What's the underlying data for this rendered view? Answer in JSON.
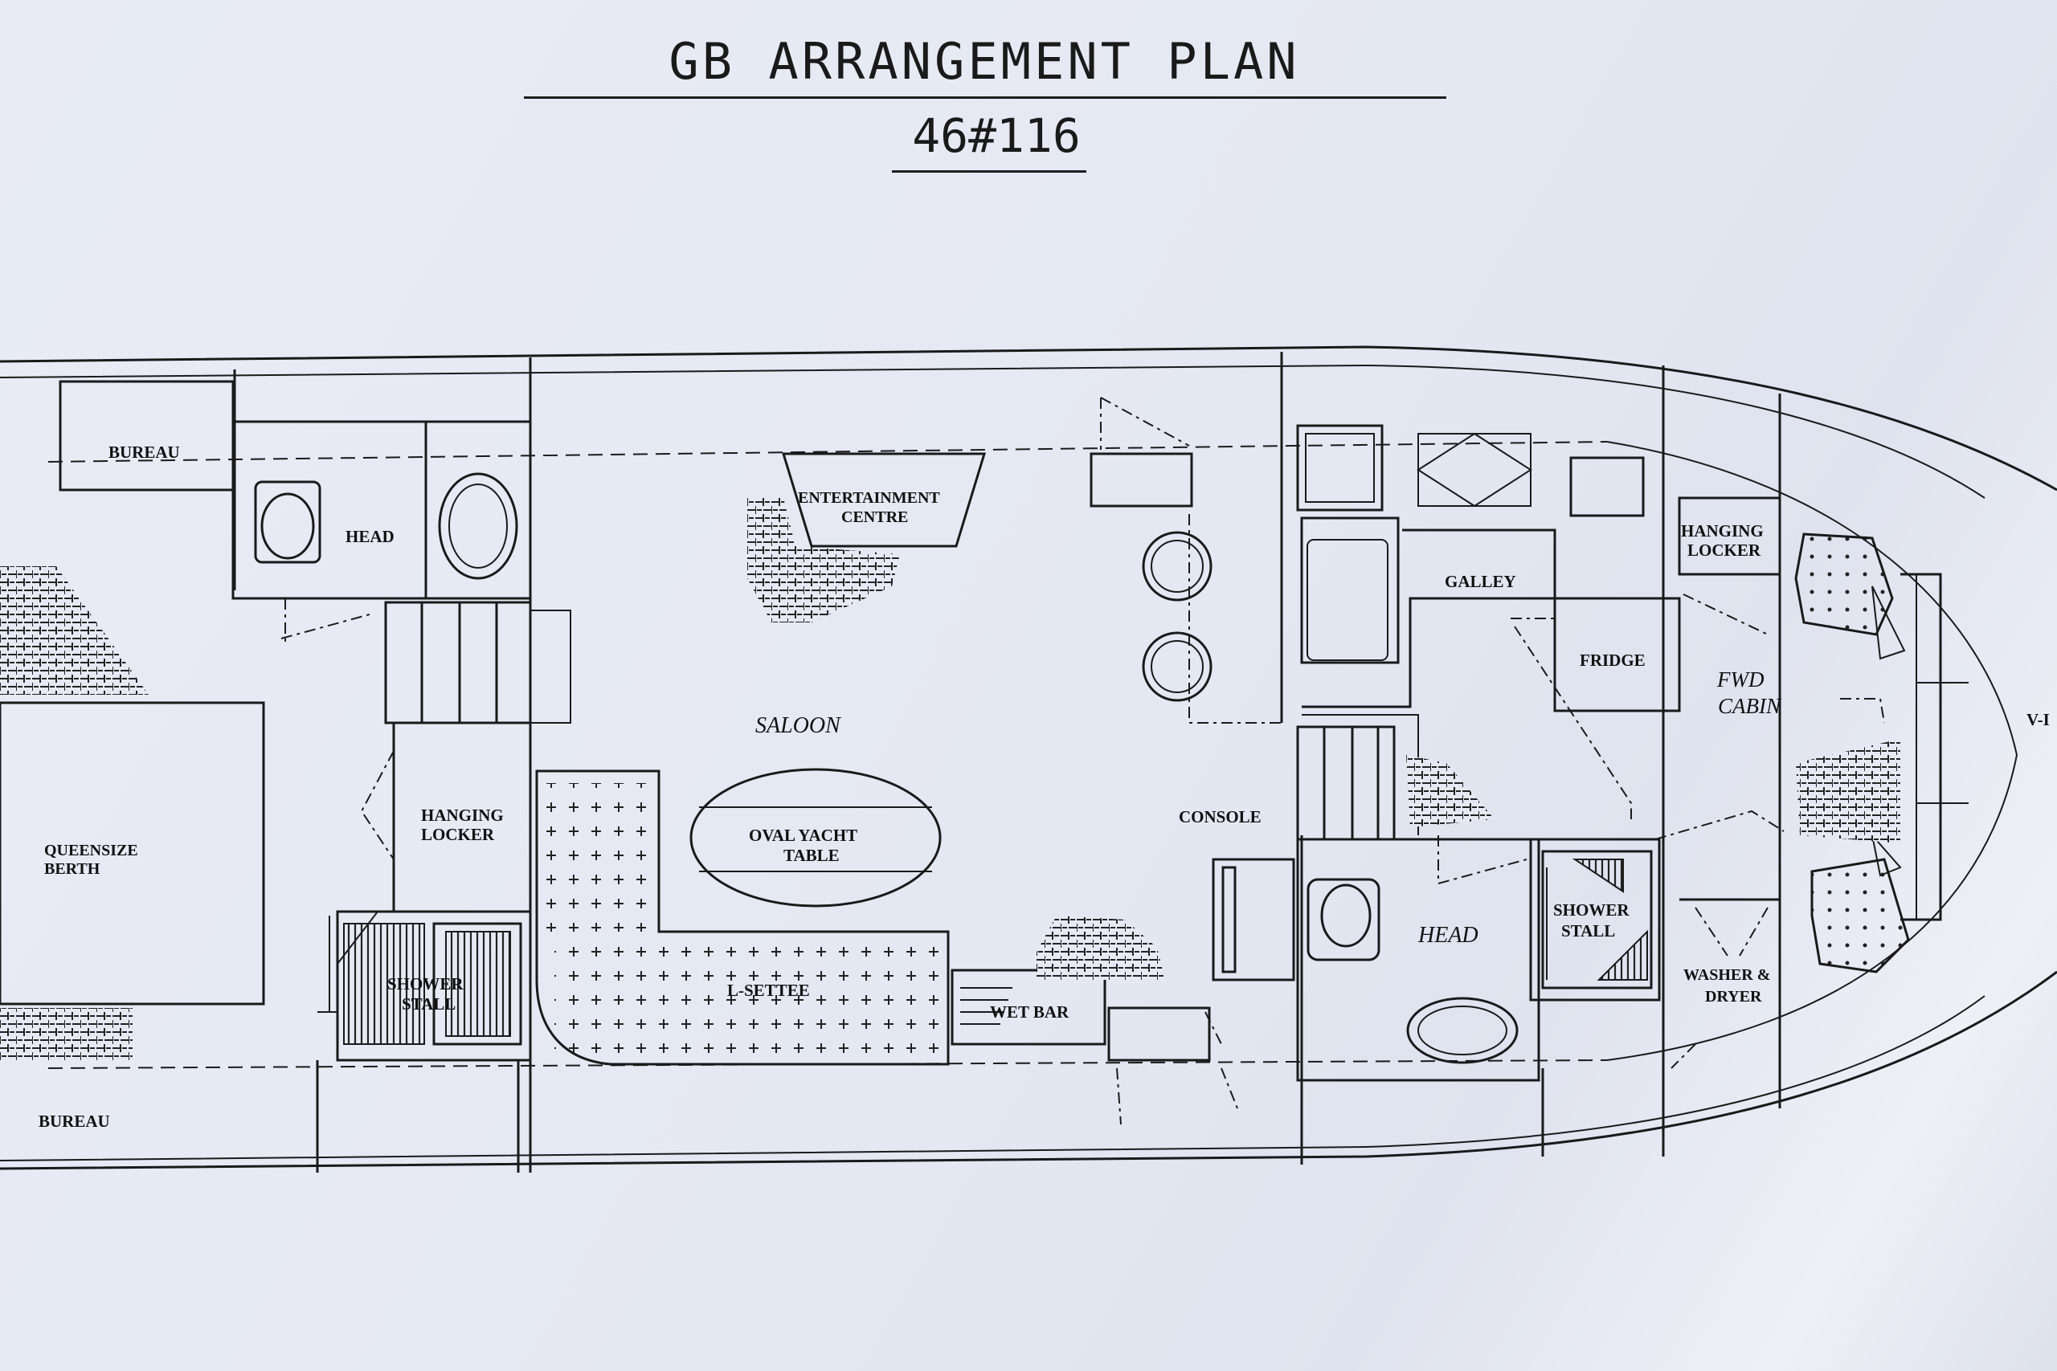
{
  "header": {
    "title": "GB ARRANGEMENT PLAN",
    "plan_number": "46#116"
  },
  "labels": {
    "bureau_top": "BUREAU",
    "bureau_bottom": "BUREAU",
    "head_aft": "HEAD",
    "queensize_berth_1": "QUEENSIZE",
    "queensize_berth_2": "BERTH",
    "hanging_locker_aft_1": "HANGING",
    "hanging_locker_aft_2": "LOCKER",
    "shower_stall_aft_1": "SHOWER",
    "shower_stall_aft_2": "STALL",
    "entertainment_centre_1": "ENTERTAINMENT",
    "entertainment_centre_2": "CENTRE",
    "saloon": "SALOON",
    "oval_yacht_table_1": "OVAL YACHT",
    "oval_yacht_table_2": "TABLE",
    "l_settee": "L-SETTEE",
    "wet_bar": "WET BAR",
    "console": "CONSOLE",
    "galley": "GALLEY",
    "fridge": "FRIDGE",
    "head_fwd": "HEAD",
    "shower_stall_fwd_1": "SHOWER",
    "shower_stall_fwd_2": "STALL",
    "hanging_locker_fwd_1": "HANGING",
    "hanging_locker_fwd_2": "LOCKER",
    "fwd_cabin_1": "FWD",
    "fwd_cabin_2": "CABIN",
    "washer_dryer_1": "WASHER &",
    "washer_dryer_2": "DRYER",
    "v_berth_partial": "V-I"
  },
  "colors": {
    "ink": "#111111",
    "paper": "#e6e9f3"
  }
}
